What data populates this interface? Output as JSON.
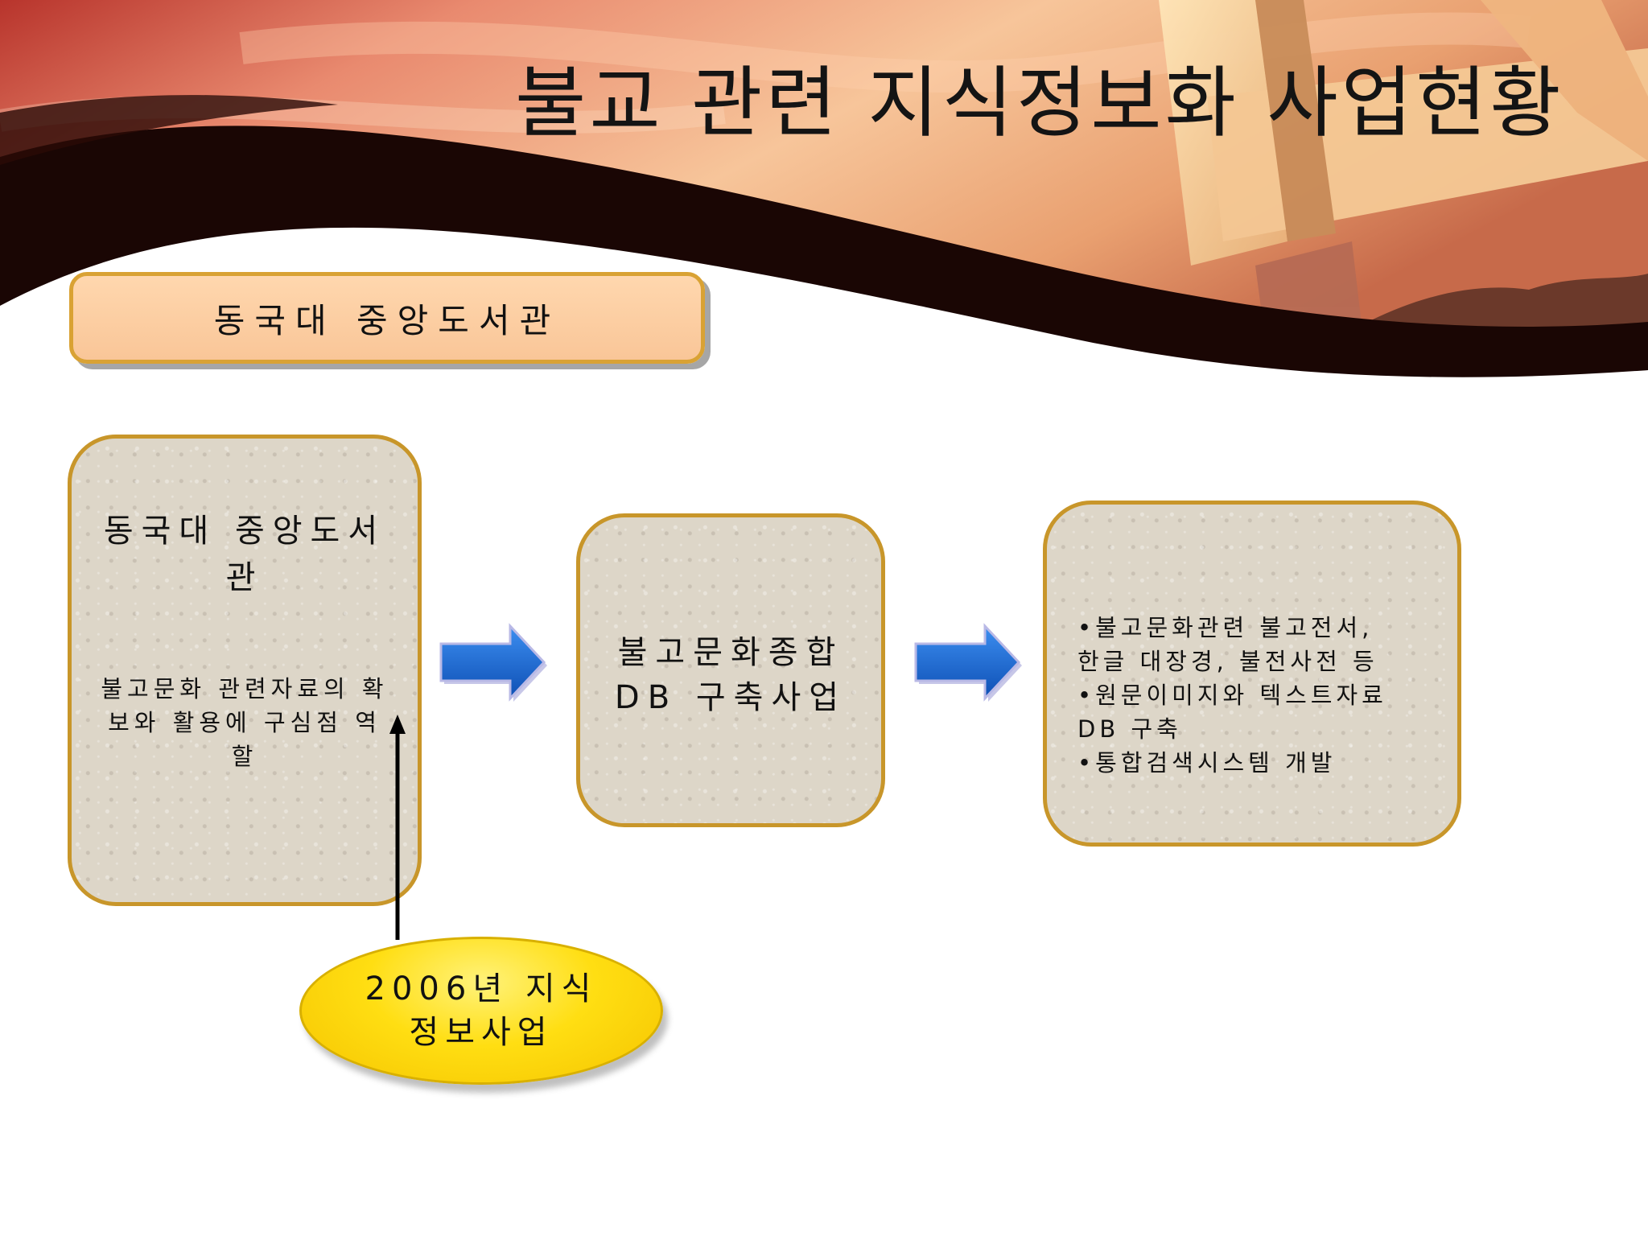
{
  "slide": {
    "title": "불교 관련 지식정보화 사업현황",
    "header_box": "동국대 중앙도서관",
    "card1": {
      "title": "동국대 중앙도서관",
      "body": "불고문화 관련자료의 확보와 활용에 구심점 역할"
    },
    "card2": {
      "line1": "불고문화종합",
      "line2": "DB 구축사업"
    },
    "card3": {
      "lines": [
        "•불고문화관련 불고전서,",
        "한글 대장경, 불전사전 등",
        "•원문이미지와 텍스트자료",
        "DB 구축",
        "•통합검색시스템 개발"
      ]
    },
    "callout": {
      "line1": "2006년 지식",
      "line2": "정보사업"
    }
  },
  "colors": {
    "header_fill": "#fcd0a4",
    "border_gold": "#c8962a",
    "arrow_blue": "#1566d0",
    "callout_yellow": "#ffd700",
    "wave_dark": "#1a0604"
  }
}
